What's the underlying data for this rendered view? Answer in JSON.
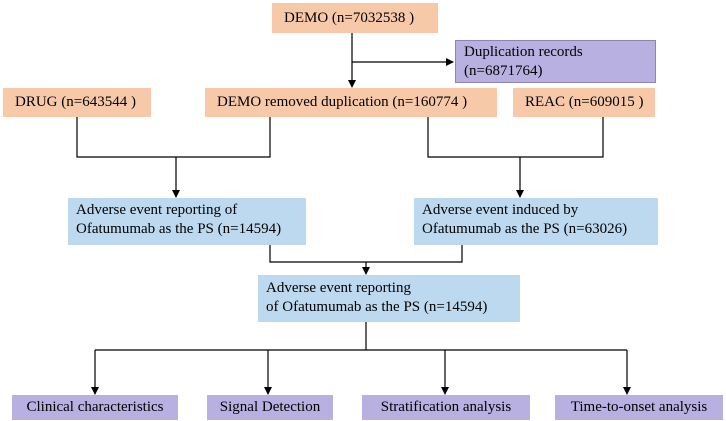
{
  "boxes": {
    "demo": "DEMO (n=7032538 )",
    "duplication": [
      "Duplication records",
      "(n=6871764)"
    ],
    "drug": "DRUG (n=643544 )",
    "demo_removed": "DEMO removed duplication (n=160774 )",
    "reac": "REAC (n=609015 )",
    "ae_reporting": [
      "Adverse event reporting of",
      "Ofatumumab as the PS (n=14594)"
    ],
    "ae_induced": [
      "Adverse event induced by",
      "Ofatumumab as the PS (n=63026)"
    ],
    "ae_final": [
      "Adverse event reporting",
      "of Ofatumumab as the PS (n=14594)"
    ],
    "clinical": "Clinical characteristics",
    "signal": "Signal Detection",
    "stratification": "Stratification analysis",
    "time_to_onset": "Time-to-onset analysis"
  },
  "colors": {
    "orange": "#f8c9a9",
    "blue": "#bcd9ef",
    "purple": "#b8b0e0",
    "line": "#000000"
  }
}
